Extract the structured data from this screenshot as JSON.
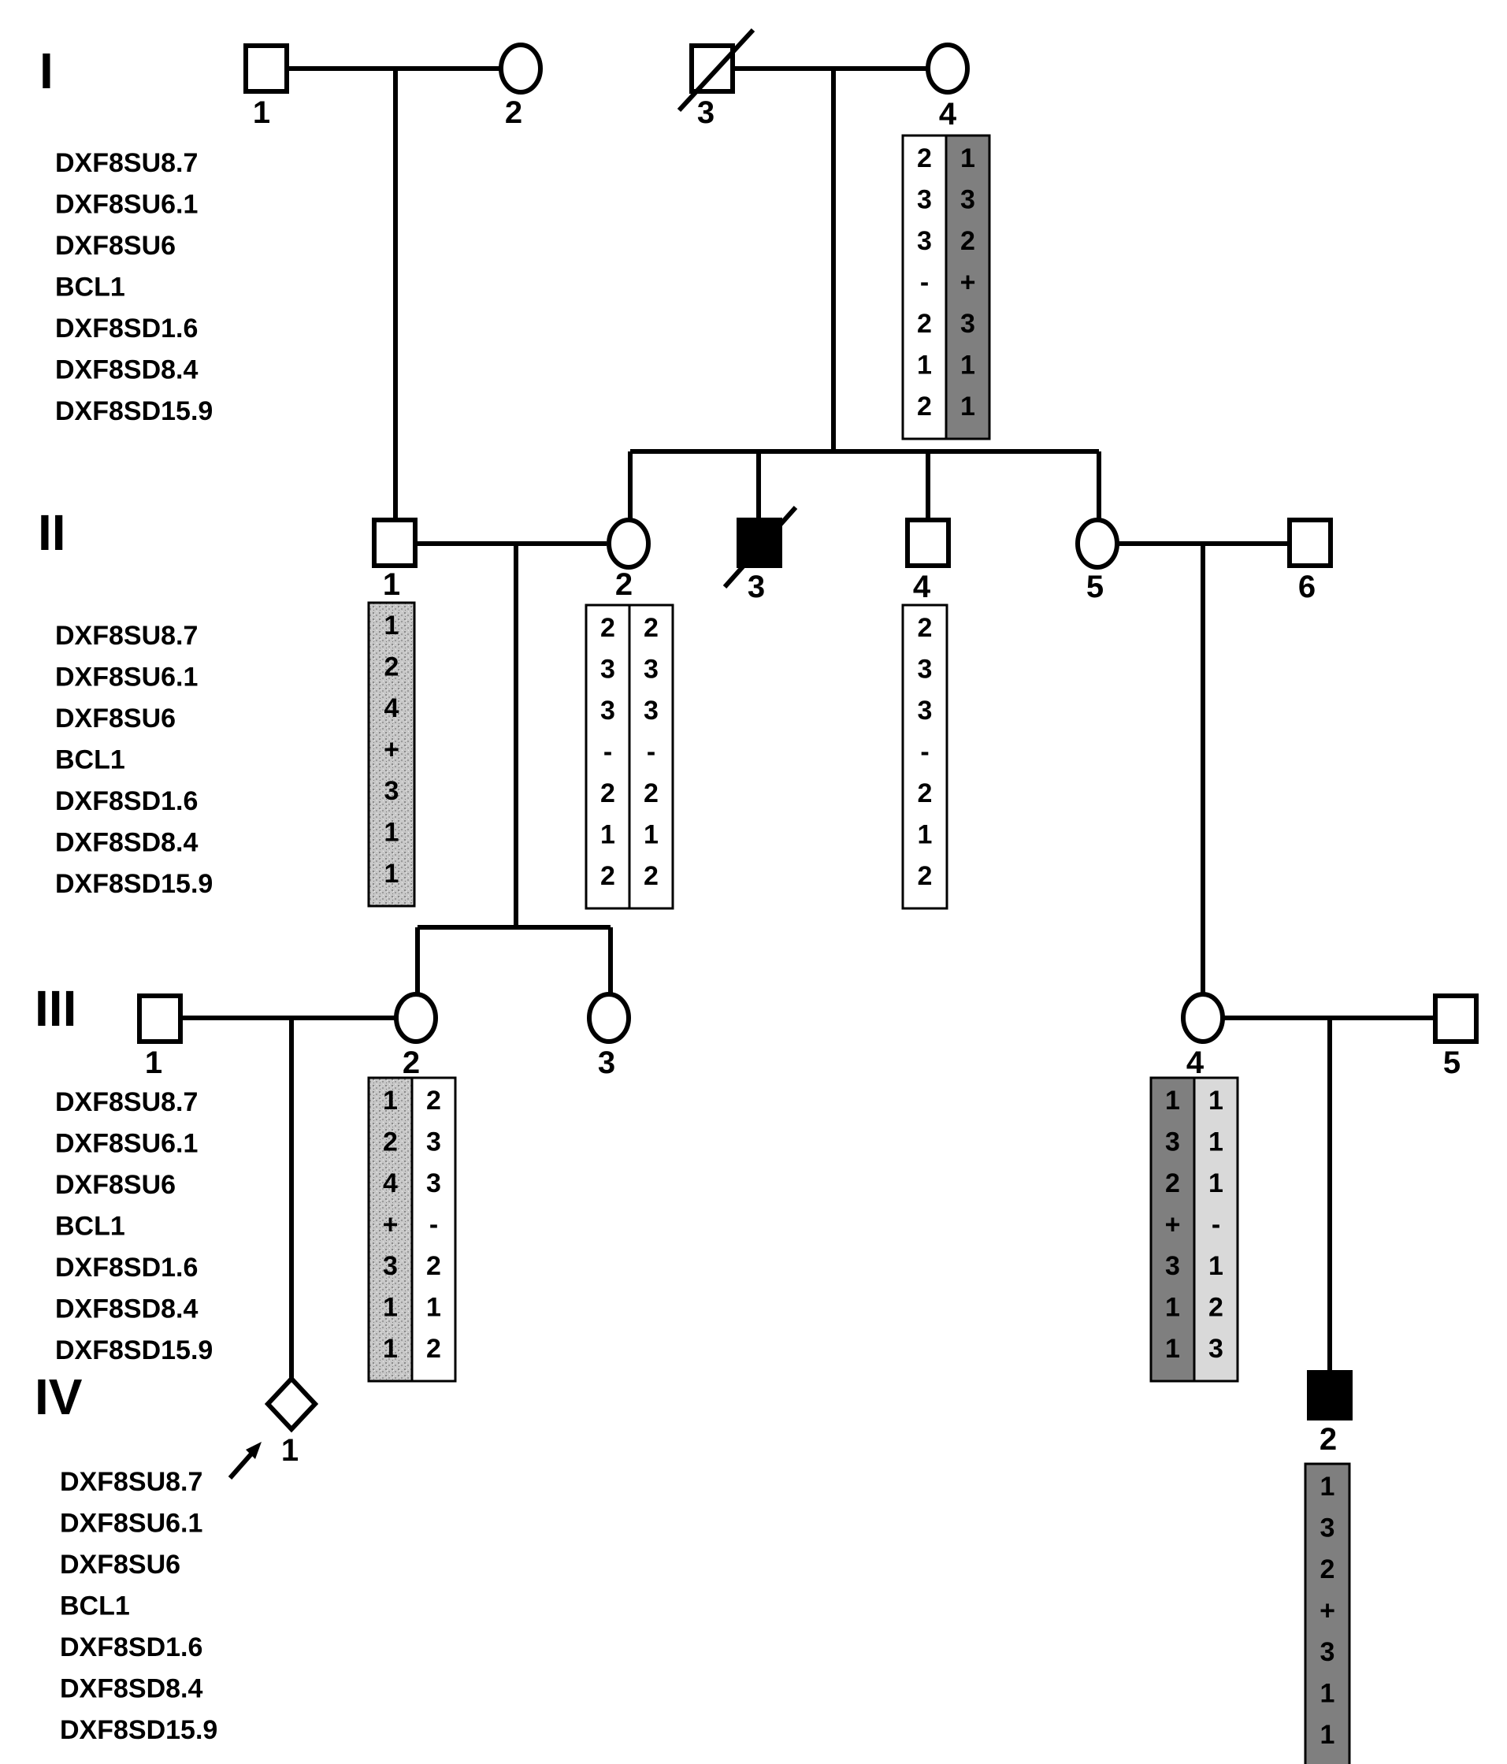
{
  "generations": [
    "I",
    "II",
    "III",
    "IV"
  ],
  "markers": [
    "DXF8SU8.7",
    "DXF8SU6.1",
    "DXF8SU6",
    "BCL1",
    "DXF8SD1.6",
    "DXF8SD8.4",
    "DXF8SD15.9"
  ],
  "individuals": [
    {
      "id": "I-1",
      "num": "1",
      "sex": "male",
      "affected": false,
      "deceased": false
    },
    {
      "id": "I-2",
      "num": "2",
      "sex": "female",
      "affected": false,
      "deceased": false
    },
    {
      "id": "I-3",
      "num": "3",
      "sex": "male",
      "affected": false,
      "deceased": true
    },
    {
      "id": "I-4",
      "num": "4",
      "sex": "female",
      "affected": false,
      "deceased": false
    },
    {
      "id": "II-1",
      "num": "1",
      "sex": "male",
      "affected": false,
      "deceased": false
    },
    {
      "id": "II-2",
      "num": "2",
      "sex": "female",
      "affected": false,
      "deceased": false
    },
    {
      "id": "II-3",
      "num": "3",
      "sex": "male",
      "affected": true,
      "deceased": true
    },
    {
      "id": "II-4",
      "num": "4",
      "sex": "male",
      "affected": false,
      "deceased": false
    },
    {
      "id": "II-5",
      "num": "5",
      "sex": "female",
      "affected": false,
      "deceased": false
    },
    {
      "id": "II-6",
      "num": "6",
      "sex": "male",
      "affected": false,
      "deceased": false
    },
    {
      "id": "III-1",
      "num": "1",
      "sex": "male",
      "affected": false,
      "deceased": false
    },
    {
      "id": "III-2",
      "num": "2",
      "sex": "female",
      "affected": false,
      "deceased": false
    },
    {
      "id": "III-3",
      "num": "3",
      "sex": "female",
      "affected": false,
      "deceased": false
    },
    {
      "id": "III-4",
      "num": "4",
      "sex": "female",
      "affected": false,
      "deceased": false
    },
    {
      "id": "III-5",
      "num": "5",
      "sex": "male",
      "affected": false,
      "deceased": false
    },
    {
      "id": "IV-1",
      "num": "1",
      "sex": "unknown",
      "affected": false,
      "deceased": false,
      "proband": true
    },
    {
      "id": "IV-2",
      "num": "2",
      "sex": "male",
      "affected": true,
      "deceased": false
    }
  ],
  "haplotypes": [
    {
      "id": "I-4",
      "columns": [
        {
          "fill": "white",
          "alleles": [
            "2",
            "3",
            "3",
            "-",
            "2",
            "1",
            "2"
          ]
        },
        {
          "fill": "dark",
          "alleles": [
            "1",
            "3",
            "2",
            "+",
            "3",
            "1",
            "1"
          ]
        }
      ]
    },
    {
      "id": "II-1",
      "columns": [
        {
          "fill": "speckled",
          "alleles": [
            "1",
            "2",
            "4",
            "+",
            "3",
            "1",
            "1"
          ]
        }
      ]
    },
    {
      "id": "II-2",
      "columns": [
        {
          "fill": "white",
          "alleles": [
            "2",
            "3",
            "3",
            "-",
            "2",
            "1",
            "2"
          ]
        },
        {
          "fill": "white",
          "alleles": [
            "2",
            "3",
            "3",
            "-",
            "2",
            "1",
            "2"
          ]
        }
      ]
    },
    {
      "id": "II-4",
      "columns": [
        {
          "fill": "white",
          "alleles": [
            "2",
            "3",
            "3",
            "-",
            "2",
            "1",
            "2"
          ]
        }
      ]
    },
    {
      "id": "III-2",
      "columns": [
        {
          "fill": "speckled",
          "alleles": [
            "1",
            "2",
            "4",
            "+",
            "3",
            "1",
            "1"
          ]
        },
        {
          "fill": "white",
          "alleles": [
            "2",
            "3",
            "3",
            "-",
            "2",
            "1",
            "2"
          ]
        }
      ]
    },
    {
      "id": "III-4",
      "columns": [
        {
          "fill": "dark",
          "alleles": [
            "1",
            "3",
            "2",
            "+",
            "3",
            "1",
            "1"
          ]
        },
        {
          "fill": "light",
          "alleles": [
            "1",
            "1",
            "1",
            "-",
            "1",
            "2",
            "3"
          ]
        }
      ]
    },
    {
      "id": "IV-2",
      "columns": [
        {
          "fill": "dark",
          "alleles": [
            "1",
            "3",
            "2",
            "+",
            "3",
            "1",
            "1"
          ]
        }
      ]
    }
  ],
  "colors": {
    "line": "#000000",
    "affected": "#000000",
    "dark": "#7f7f7f",
    "light": "#d9d9d9",
    "speckled": "#bdbdbd",
    "white": "#ffffff"
  }
}
